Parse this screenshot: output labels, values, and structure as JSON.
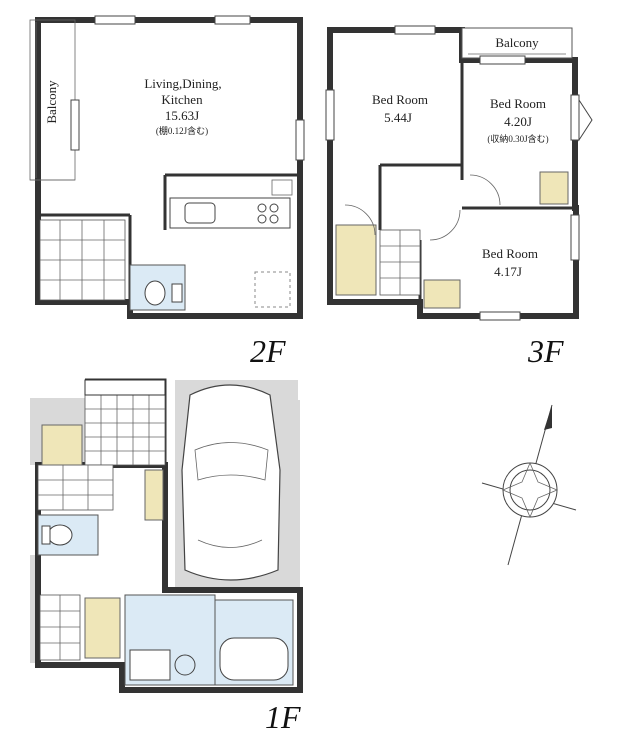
{
  "floors": {
    "second": {
      "label": "2F",
      "rooms": {
        "balcony": "Balcony",
        "ldk_line1": "Living,Dining,",
        "ldk_line2": "Kitchen",
        "ldk_size": "15.63J",
        "ldk_note": "(棚0.12J含む)"
      }
    },
    "third": {
      "label": "3F",
      "rooms": {
        "balcony": "Balcony",
        "bed1_name": "Bed Room",
        "bed1_size": "5.44J",
        "bed2_name": "Bed Room",
        "bed2_size": "4.20J",
        "bed2_note": "(収納0.30J含む)",
        "bed3_name": "Bed Room",
        "bed3_size": "4.17J"
      }
    },
    "first": {
      "label": "1F"
    }
  },
  "compass": {
    "icon": "north-compass-icon"
  },
  "colors": {
    "wet_area": "#dbeaf5",
    "storage": "#efe6b8",
    "wall": "#333333"
  }
}
